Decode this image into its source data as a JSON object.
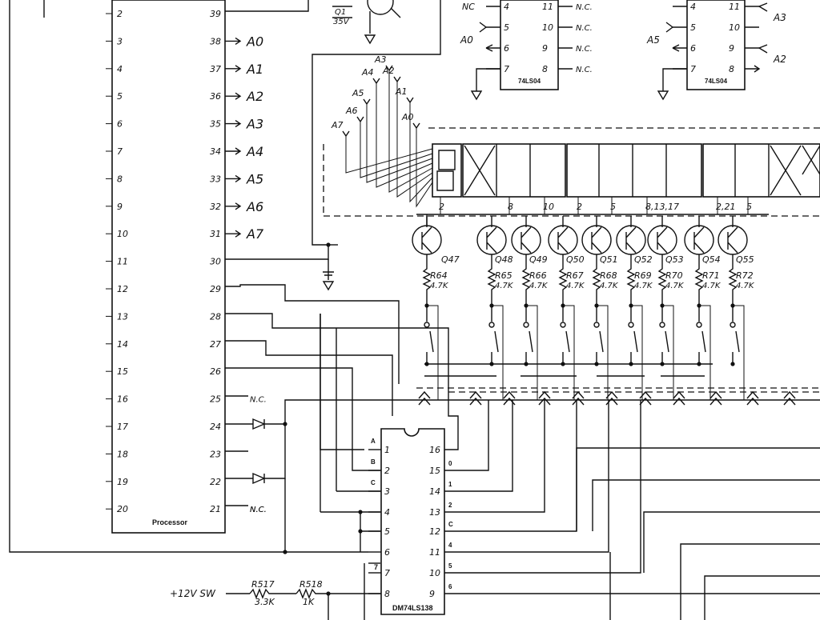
{
  "processor": {
    "name": "Processor",
    "left_pins": [
      "2",
      "3",
      "4",
      "5",
      "6",
      "7",
      "8",
      "9",
      "10",
      "11",
      "12",
      "13",
      "14",
      "15",
      "16",
      "17",
      "18",
      "19",
      "20"
    ],
    "right_pins": [
      "39",
      "38",
      "37",
      "36",
      "35",
      "34",
      "33",
      "32",
      "31",
      "30",
      "29",
      "28",
      "27",
      "26",
      "25",
      "24",
      "23",
      "22",
      "21"
    ]
  },
  "address_labels": [
    "A0",
    "A1",
    "A2",
    "A3",
    "A4",
    "A5",
    "A6",
    "A7"
  ],
  "nc_label": "N.C.",
  "decoder": {
    "name": "DM74LS138",
    "left_pins": [
      "1",
      "2",
      "3",
      "4",
      "5",
      "6",
      "7",
      "8"
    ],
    "right_pins": [
      "16",
      "15",
      "14",
      "13",
      "12",
      "11",
      "10",
      "9"
    ],
    "left_inputs": [
      "A",
      "B",
      "C"
    ],
    "right_outputs": [
      "0",
      "1",
      "2",
      "C",
      "4",
      "5",
      "6"
    ],
    "extra_label": "7"
  },
  "inverters": [
    {
      "name": "74LS04",
      "left_pins": [
        "4",
        "5",
        "6",
        "7"
      ],
      "right_pins": [
        "11",
        "10",
        "9",
        "8"
      ],
      "in_label": "A0",
      "nc_label": "NC",
      "right_labels": [
        "N.C.",
        "N.C.",
        "N.C.",
        "N.C."
      ]
    },
    {
      "name": "74LS04",
      "left_pins": [
        "4",
        "5",
        "6",
        "7"
      ],
      "right_pins": [
        "11",
        "10",
        "9",
        "8"
      ],
      "in_label": "A5",
      "right_labels": [
        "A3",
        "A2"
      ]
    }
  ],
  "transistors": [
    "Q47",
    "Q48",
    "Q49",
    "Q50",
    "Q51",
    "Q52",
    "Q53",
    "Q54",
    "Q55"
  ],
  "resistors": [
    {
      "ref": "R64",
      "value": "4.7K"
    },
    {
      "ref": "R65",
      "value": "4.7K"
    },
    {
      "ref": "R66",
      "value": "4.7K"
    },
    {
      "ref": "R67",
      "value": "4.7K"
    },
    {
      "ref": "R68",
      "value": "4.7K"
    },
    {
      "ref": "R69",
      "value": "4.7K"
    },
    {
      "ref": "R70",
      "value": "4.7K"
    },
    {
      "ref": "R71",
      "value": "4.7K"
    },
    {
      "ref": "R72",
      "value": "4.7K"
    }
  ],
  "digit_pins": [
    "2",
    "8",
    "10",
    "2",
    "5",
    "8,13,17",
    "2,21",
    "5"
  ],
  "top_transistor": {
    "ref": "Q1",
    "value": "35V"
  },
  "supply": {
    "label": "+12V SW",
    "r1": {
      "ref": "R517",
      "value": "3.3K"
    },
    "r2": {
      "ref": "R518",
      "value": "1K"
    }
  }
}
